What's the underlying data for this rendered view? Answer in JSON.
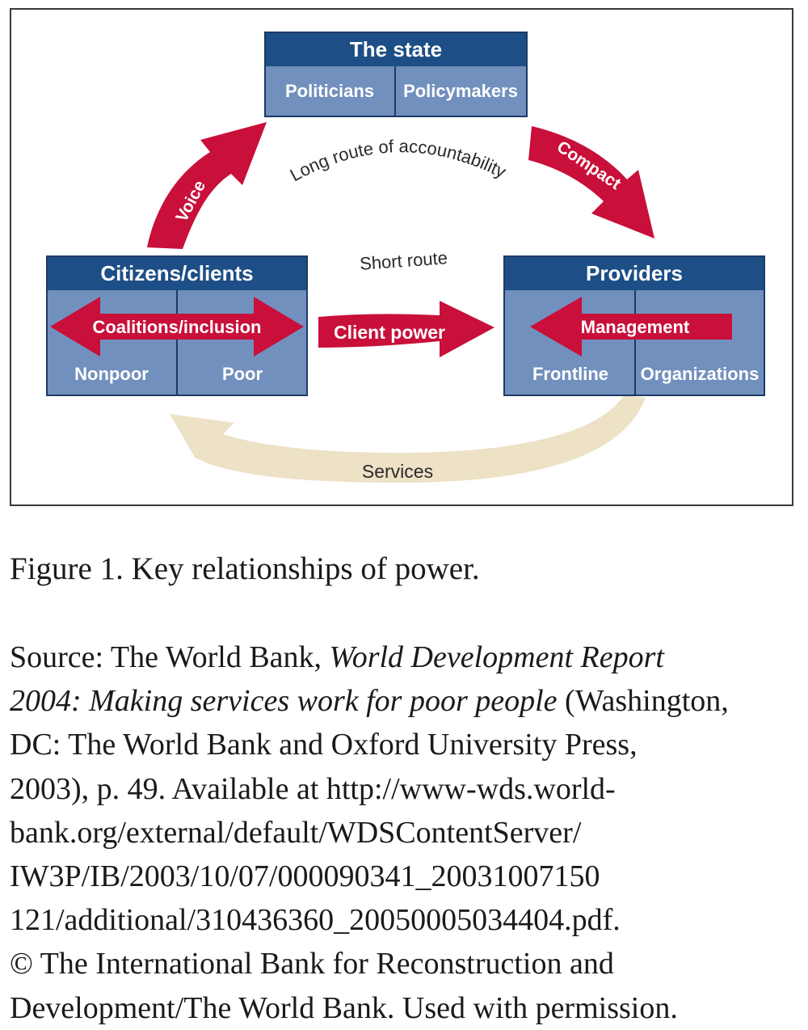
{
  "diagram": {
    "state": {
      "title": "The state",
      "left": "Politicians",
      "right": "Policymakers"
    },
    "citizens": {
      "title": "Citizens/clients",
      "arrow": "Coalitions/inclusion",
      "left": "Nonpoor",
      "right": "Poor"
    },
    "providers": {
      "title": "Providers",
      "arrow": "Management",
      "left": "Frontline",
      "right": "Organizations"
    },
    "arrows": {
      "voice": "Voice",
      "compact": "Compact",
      "client_power": "Client power",
      "services": "Services"
    },
    "routes": {
      "long": "Long route of accountability",
      "short": "Short route"
    }
  },
  "caption": "Figure 1. Key relationships of power.",
  "source": {
    "line1_a": "Source: The World Bank, ",
    "line1_b": "World Development Report",
    "line2_a": "2004: Making services work for poor people",
    "line2_b": " (Washington,",
    "line3": "DC: The World Bank and Oxford University Press,",
    "line4": "2003), p. 49. Available at http://www-wds.world-",
    "line5": "bank.org/external/default/WDSContentServer/",
    "line6": "IW3P/IB/2003/10/07/000090341_20031007150",
    "line7": "121/additional/310436360_20050005034404.pdf.",
    "line8": "© The International Bank for Reconstruction and",
    "line9": "Development/The World Bank. Used with permission."
  },
  "colors": {
    "header": "#1d4e86",
    "cell": "#7290bd",
    "arrow_red": "#c8103a",
    "services_arrow": "#ede1c6",
    "text_dark": "#2a2a2a"
  }
}
